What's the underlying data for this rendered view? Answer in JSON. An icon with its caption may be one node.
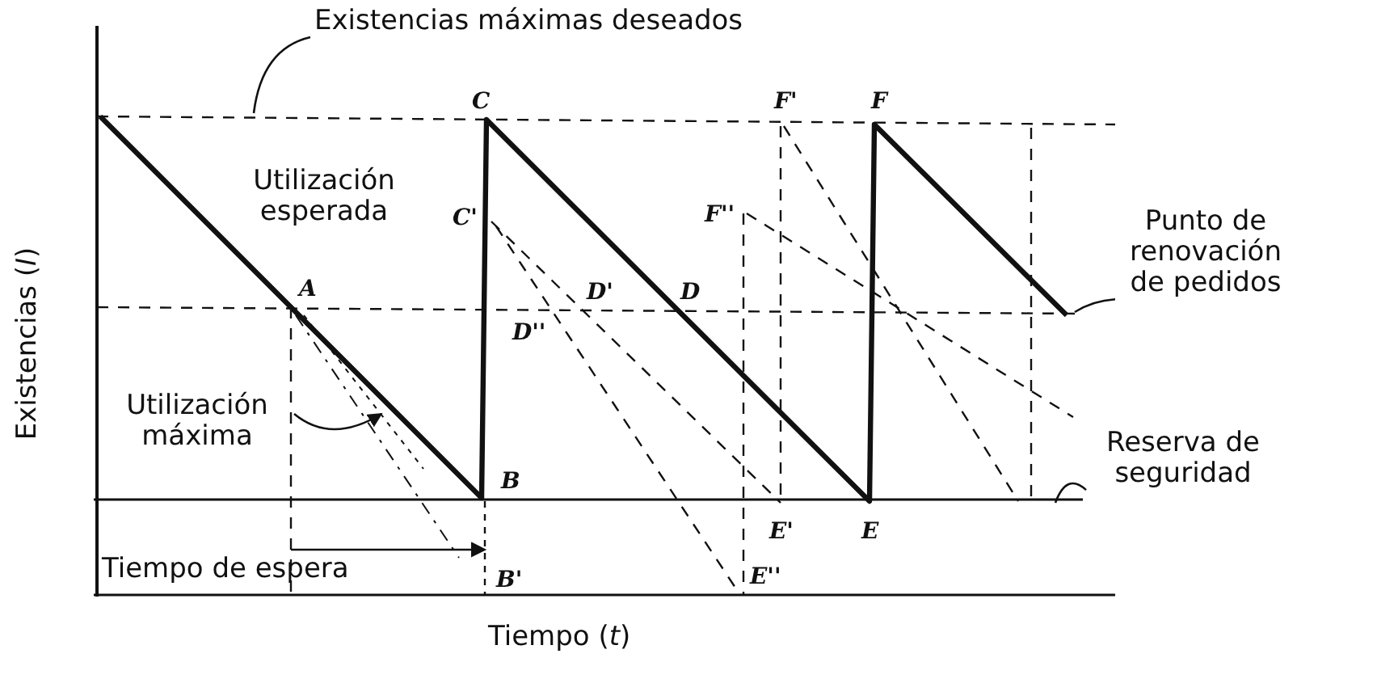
{
  "diagram": {
    "nodes": [
      {
        "text": [
          "Existencias máximas deseados"
        ]
      },
      {
        "text": [
          "Utilización máxima"
        ]
      },
      {
        "text": [
          "Punto de renovación de pedidos"
        ]
      },
      {
        "text": [
          "Reserva de seguridad"
        ]
      }
    ],
    "edges": [
      {
        "from": 0,
        "to": null,
        "arrow": "none"
      },
      {
        "from": 1,
        "to": null,
        "arrow": "to"
      },
      {
        "from": 2,
        "to": null,
        "arrow": "none"
      },
      {
        "from": 3,
        "to": null,
        "arrow": "none"
      }
    ],
    "labels": [
      "C",
      "F'",
      "F",
      "Utilización esperada",
      "C'",
      "F''",
      "A",
      "D'",
      "D",
      "D''",
      "B",
      "E'",
      "E",
      "Tiempo de espera",
      "B'",
      "E''",
      "Existencias (*I*)",
      "Tiempo (*t*)"
    ]
  }
}
